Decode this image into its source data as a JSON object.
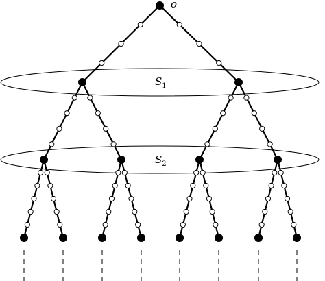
{
  "diagram": {
    "root_label": "o",
    "levels": [
      {
        "name": "S",
        "subscript": "1"
      },
      {
        "name": "S",
        "subscript": "2"
      }
    ]
  }
}
